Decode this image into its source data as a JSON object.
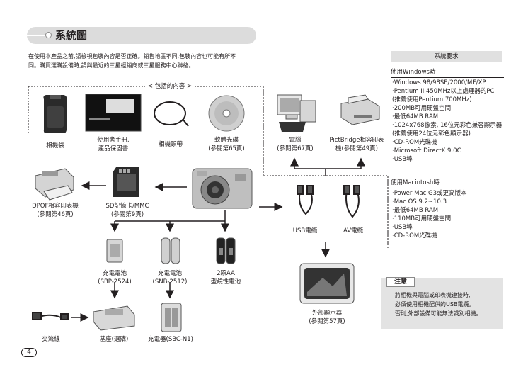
{
  "header": {
    "title": "系統圖",
    "intro_line1": "在使用本產品之前,請檢視包裝內容是否正確。銷售地區不同,包裝內容也可能有所不",
    "intro_line2": "同。購買選購設備時,請與最近的三星經銷商或三星服務中心聯絡。"
  },
  "package_label": "< 包括的內容 >",
  "items": {
    "camera_case": "相機袋",
    "manual_line1": "使用者手冊,",
    "manual_line2": "產品保固書",
    "strap": "相機頸帶",
    "software_line1": "軟體光碟",
    "software_line2": "(參閱第65頁)",
    "pc_line1": "電腦",
    "pc_line2": "(參閱第67頁)",
    "printer_line1": "PictBridge相容印表",
    "printer_line2": "機(參閱第49頁)",
    "dpof_line1": "DPOF相容印表機",
    "dpof_line2": "(參閱第46頁)",
    "sd_line1": "SD記憶卡/MMC",
    "sd_line2": "(參閱第9頁)",
    "usb_cable": "USB電纜",
    "av_cable": "AV電纜",
    "battery1_line1": "充電電池",
    "battery1_line2": "(SBP-2524)",
    "battery2_line1": "充電電池",
    "battery2_line2": "(SNB-2512)",
    "aa_line1": "2顆AA",
    "aa_line2": "型鹼性電池",
    "tv_line1": "外部顯示器",
    "tv_line2": "(參閱第57頁)",
    "ac_cord": "交流線",
    "cradle": "基座(選購)",
    "charger": "充電器(SBC-N1)"
  },
  "sysreq": {
    "header": "系統要求",
    "windows_title": "使用Windows時",
    "windows_items": [
      "·Windows 98/98SE/2000/ME/XP",
      "·Pentium II 450MHz以上處理器的PC",
      " (推薦使用Pentium 700MHz)",
      "·200MB可用硬盤空間",
      "·最低64MB RAM",
      "·1024x768像素, 16位元彩色兼容顯示器",
      " (推薦使用24位元彩色顯示器)",
      "·CD-ROM光碟機",
      "·Microsoft DirectX 9.0C",
      "·USB埠"
    ],
    "mac_title": "使用Macintosh時",
    "mac_items": [
      "·Power Mac G3或更高版本",
      "·Mac OS 9.2~10.3",
      "·最低64MB RAM",
      "·110MB可用硬盤空間",
      "·USB埠",
      "·CD-ROM光碟機"
    ]
  },
  "notice": {
    "title": "注意",
    "line1": "將相機與電腦或印表機連接時,",
    "line2": "必須使用相機配供的USB電纜。",
    "line3": "否則,外部設備可能無法識別相機。"
  },
  "page_number": "4"
}
